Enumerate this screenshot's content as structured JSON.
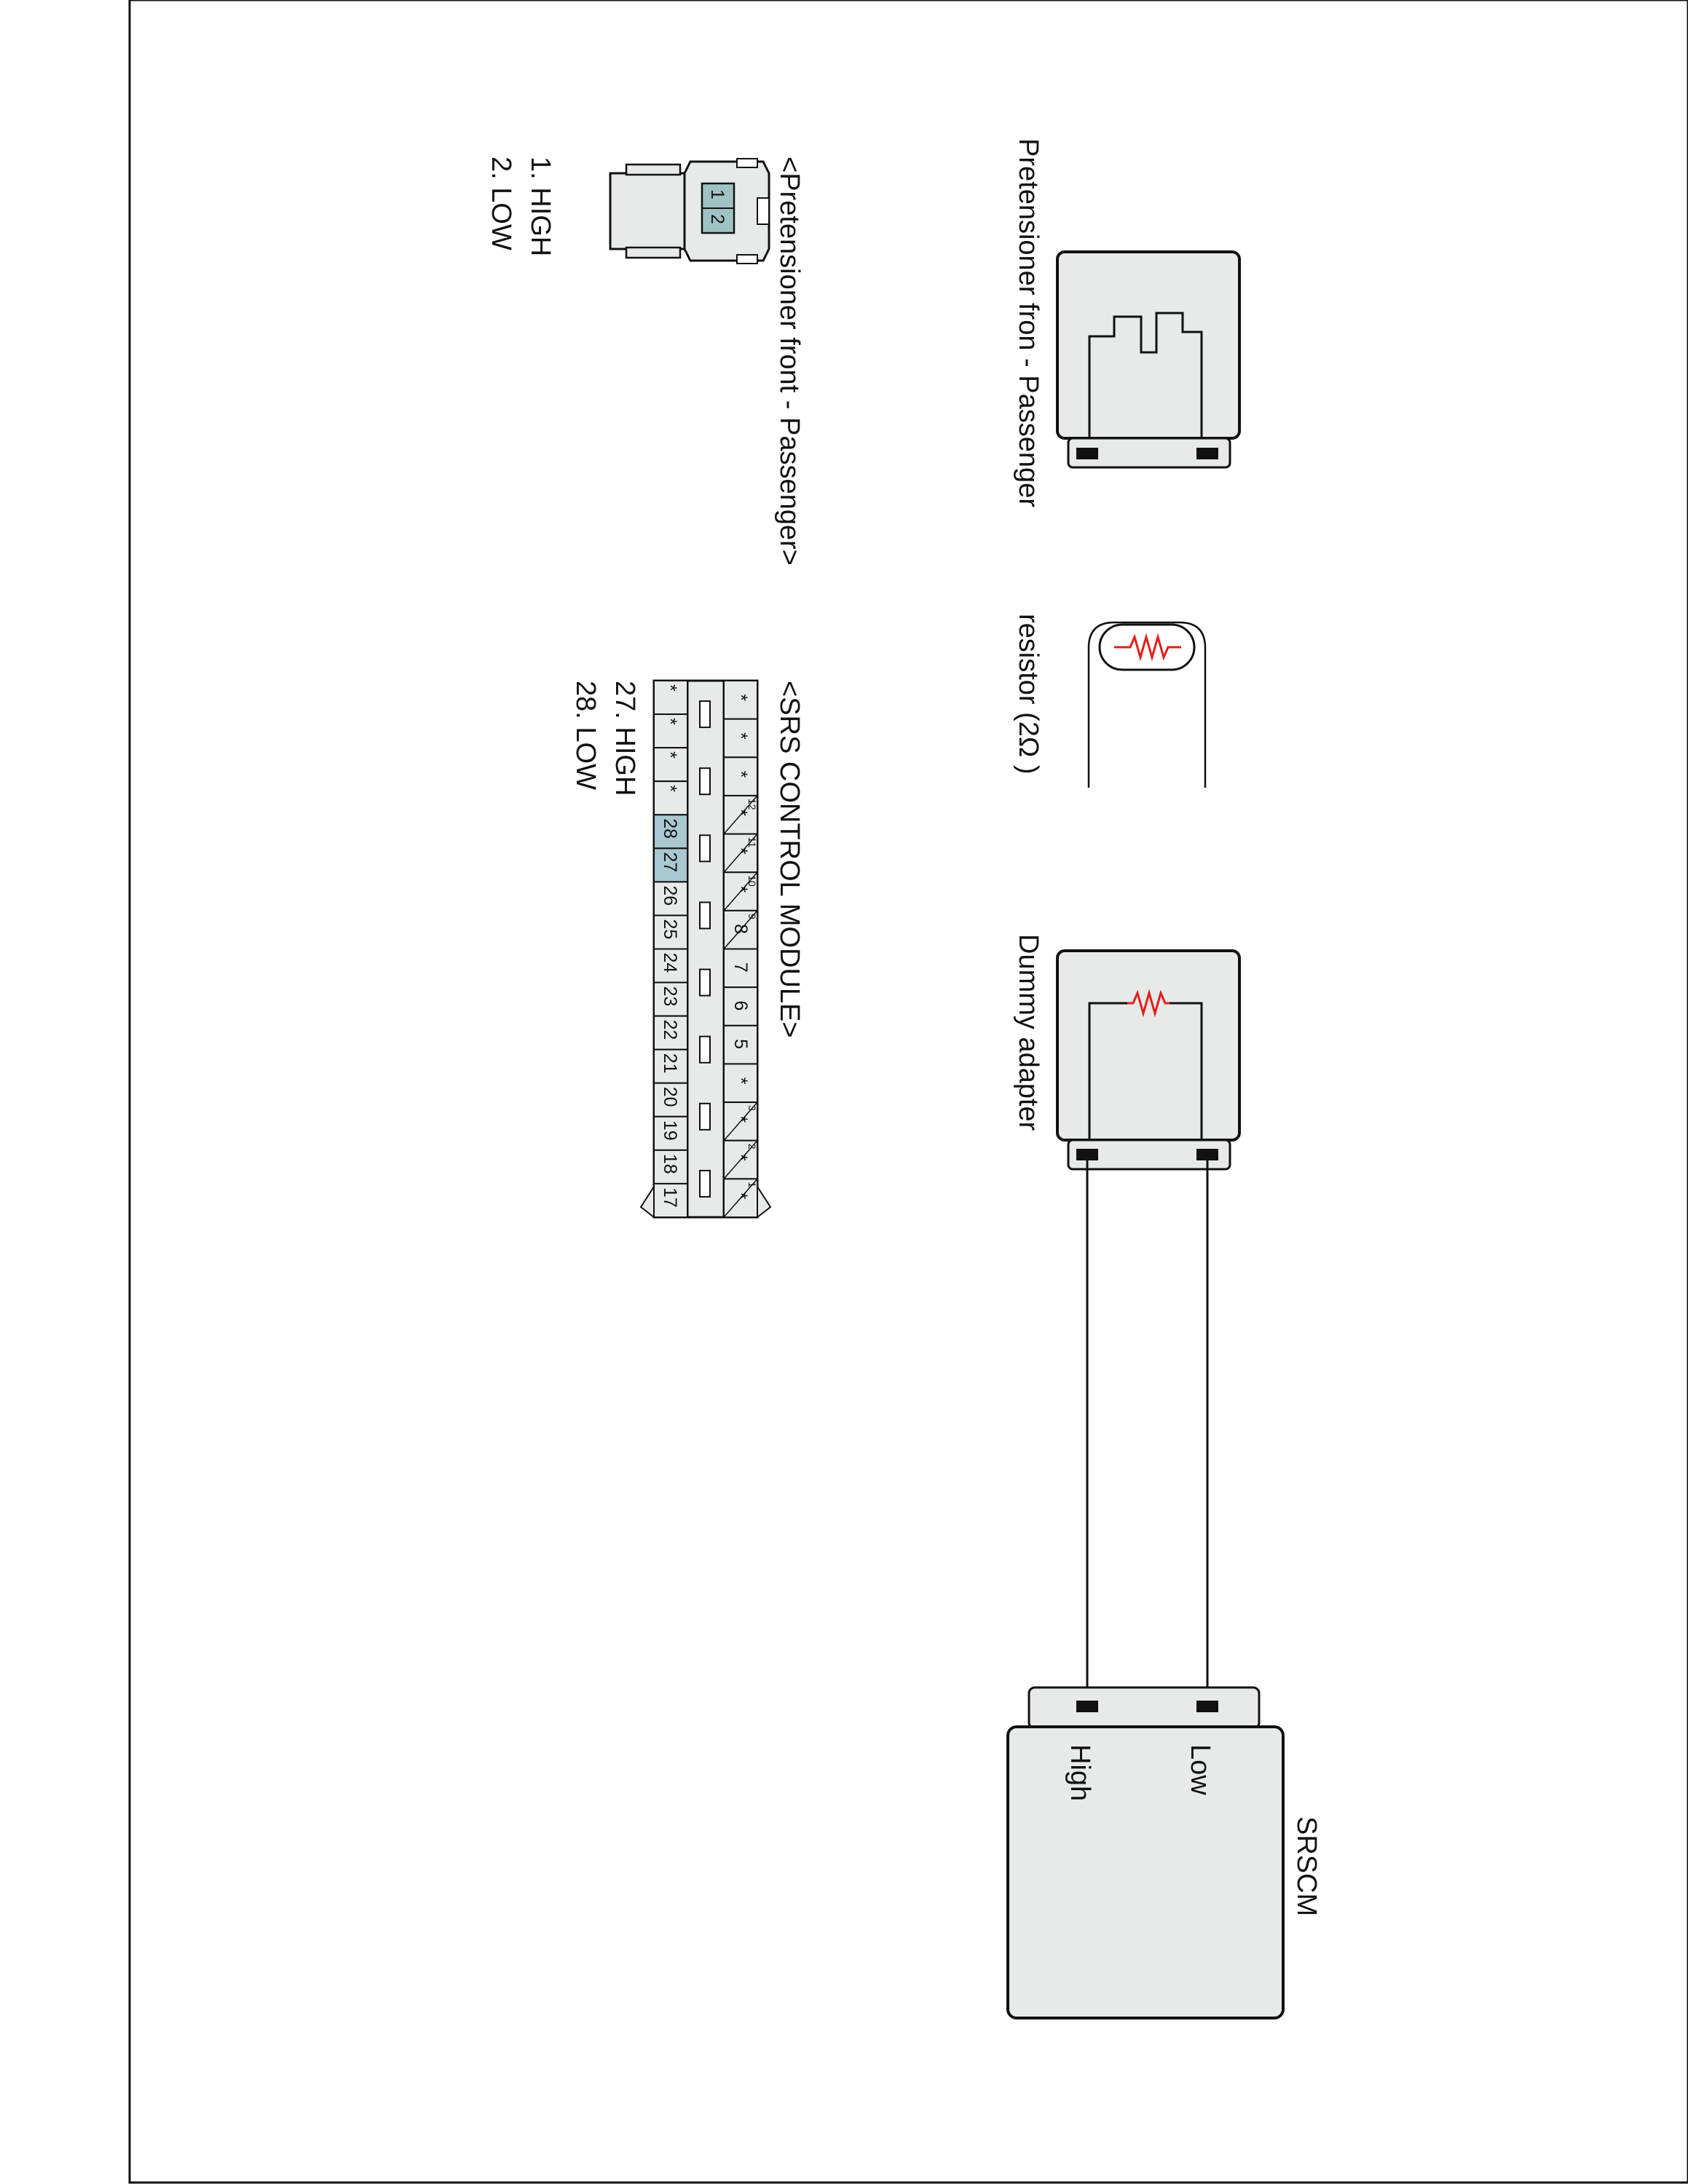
{
  "labels": {
    "pretensioner_component": "Pretensioner fron - Passenger",
    "resistor": "resistor (2Ω )",
    "dummy_adapter": "Dummy adapter",
    "srscm": "SRSCM",
    "srscm_low": "Low",
    "srscm_high": "High",
    "pretensioner_connector_title": "<Pretensioner front - Passenger>",
    "pretensioner_pin_1": "1. HIGH",
    "pretensioner_pin_2": "2. LOW",
    "pretensioner_connector_digit_1": "1",
    "pretensioner_connector_digit_2": "2",
    "srs_module_title": "<SRS CONTROL MODULE>",
    "srs_pin_27": "27. HIGH",
    "srs_pin_28": "28. LOW"
  },
  "connector": {
    "top_row": [
      "*",
      "*",
      "*",
      "*",
      "*",
      "*",
      "8",
      "7",
      "6",
      "5",
      "*",
      "*",
      "*",
      "*"
    ],
    "top_row_small_numbers": [
      "",
      "",
      "",
      "12",
      "11",
      "10",
      "9",
      "",
      "",
      "",
      "",
      "3",
      "2",
      "1"
    ],
    "bottom_row": [
      "*",
      "*",
      "*",
      "*",
      "28",
      "27",
      "26",
      "25",
      "24",
      "23",
      "22",
      "21",
      "20",
      "19",
      "18",
      "17"
    ],
    "highlighted_pins": [
      "28",
      "27"
    ]
  },
  "colors": {
    "line": "#111111",
    "fill": "#e8eaea",
    "resistor": "#e0201a",
    "highlight": "#a9c8d0"
  },
  "icons": [
    "resistor-icon",
    "connector-icon",
    "terminal-icon"
  ]
}
